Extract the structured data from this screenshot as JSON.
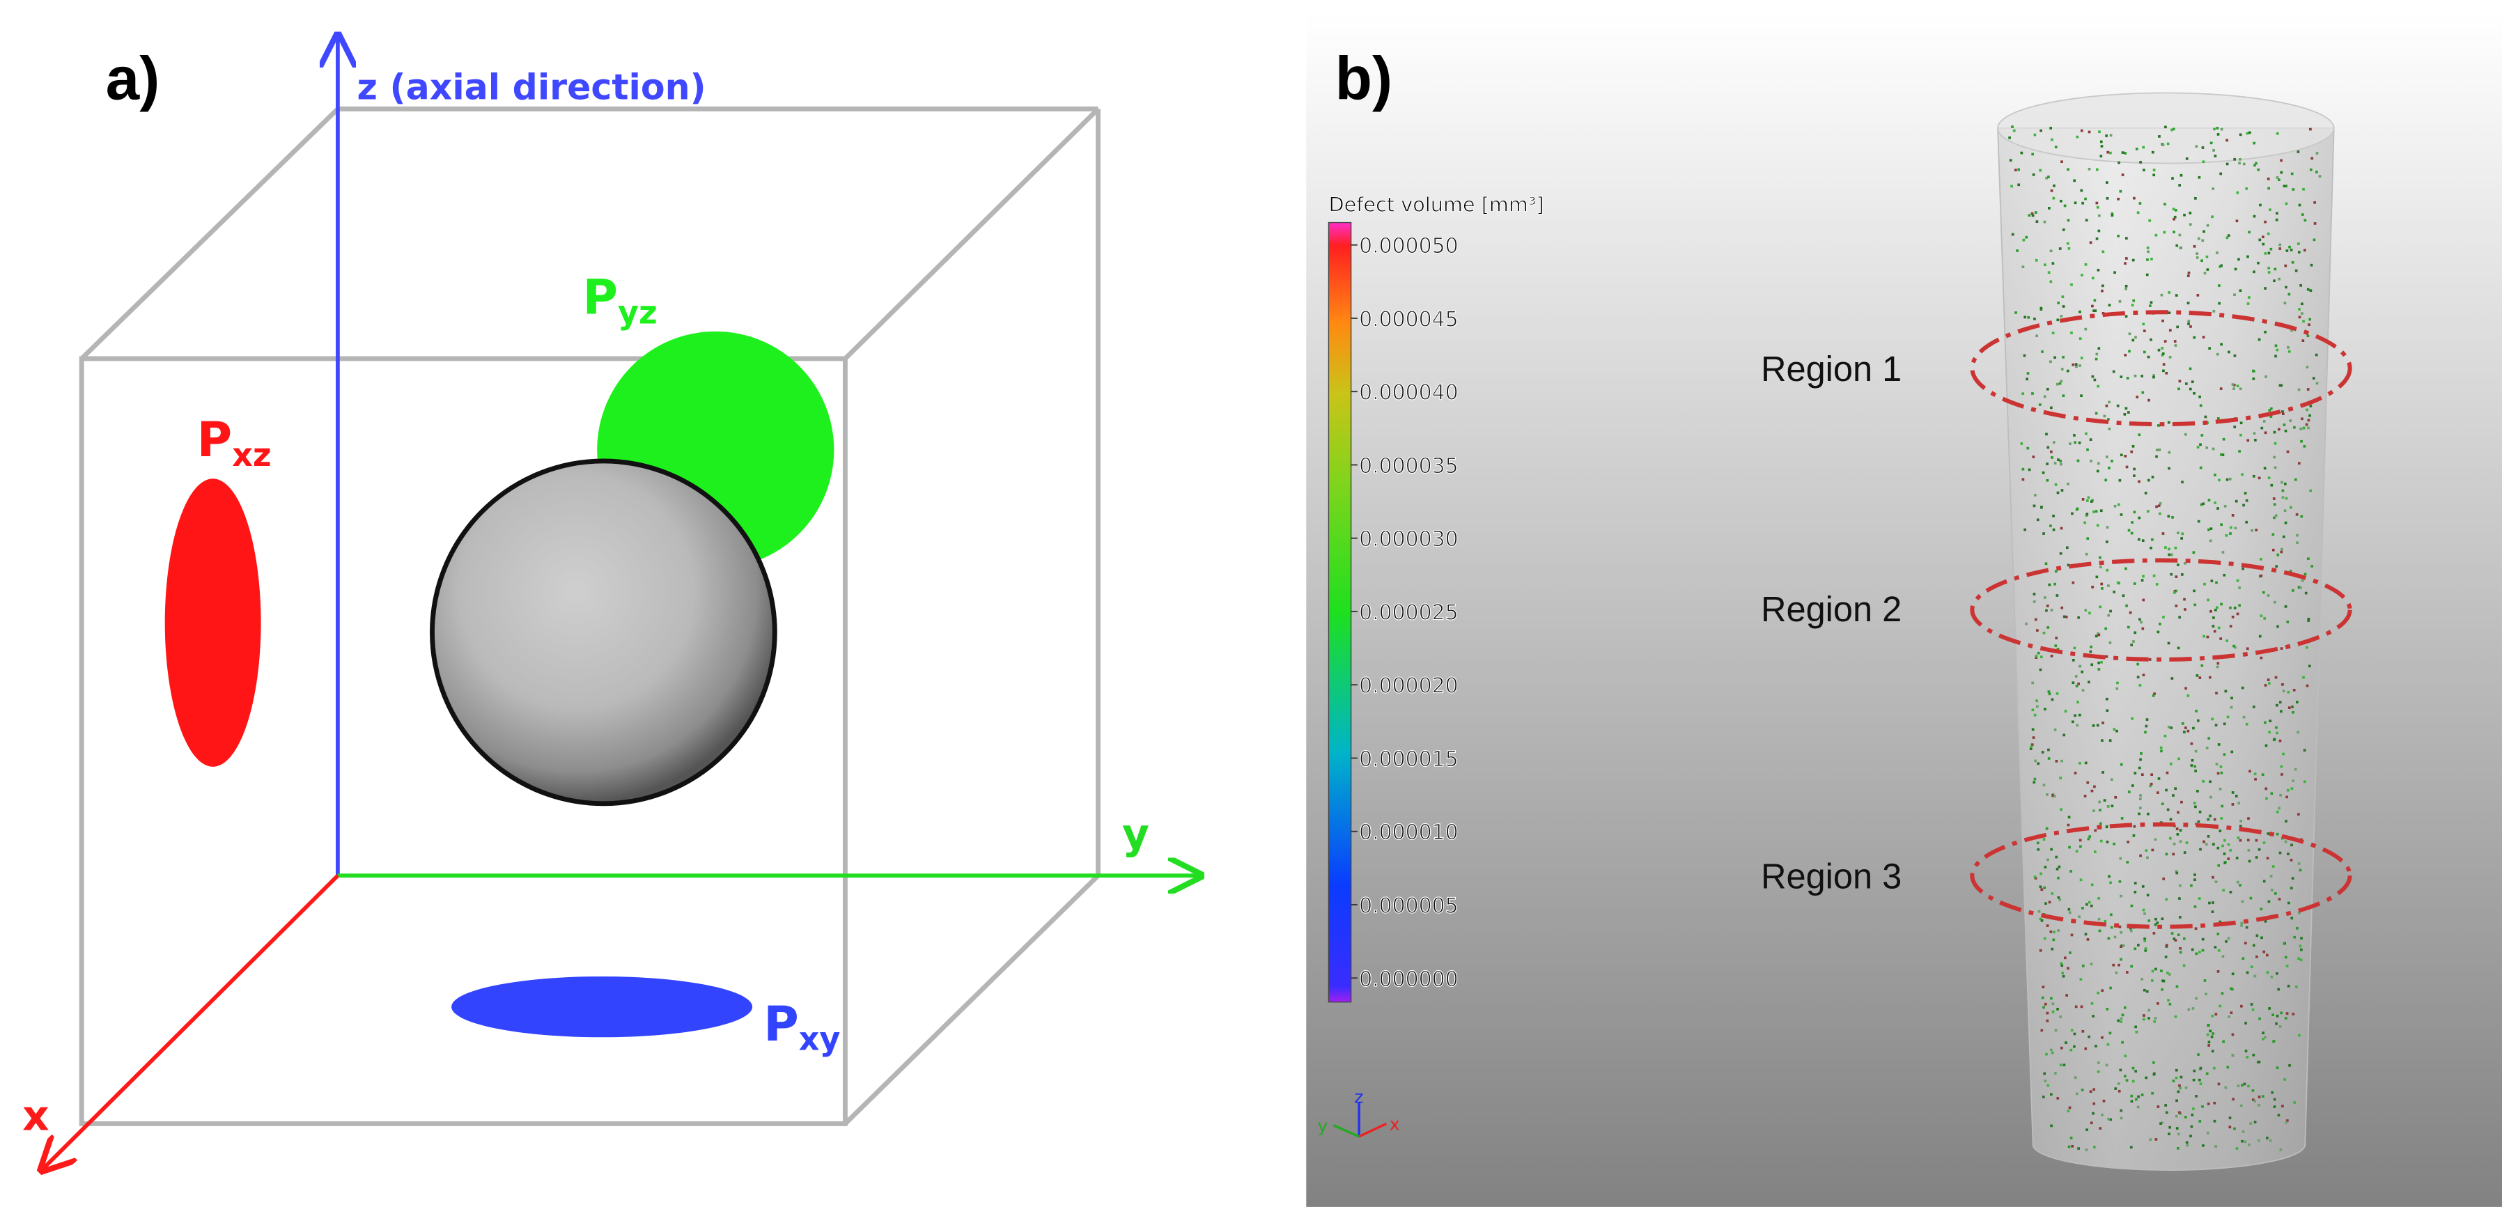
{
  "panel_a": {
    "label": "a)",
    "axes": {
      "z": {
        "label": "z (axial direction)",
        "color": "#3f48ff"
      },
      "y": {
        "label": "y",
        "color": "#22dd22"
      },
      "x": {
        "label": "x",
        "color": "#ff1a1a"
      }
    },
    "projections": [
      {
        "id": "xz",
        "main": "P",
        "sub": "xz",
        "color": "#ff1515"
      },
      {
        "id": "yz",
        "main": "P",
        "sub": "yz",
        "color": "#1ef01e"
      },
      {
        "id": "xy",
        "main": "P",
        "sub": "xy",
        "color": "#3344ff"
      }
    ]
  },
  "panel_b": {
    "label": "b)",
    "colorbar": {
      "title": "Defect volume [mm³]",
      "ticks": [
        "0.000050",
        "0.000045",
        "0.000040",
        "0.000035",
        "0.000030",
        "0.000025",
        "0.000020",
        "0.000015",
        "0.000010",
        "0.000005",
        "0.000000"
      ]
    },
    "regions": [
      "Region 1",
      "Region 2",
      "Region 3"
    ],
    "triad": {
      "x": "x",
      "y": "y",
      "z": "z"
    }
  },
  "colors": {
    "cube_edge": "#b5b5b5",
    "region_ring": "#cc3333",
    "background_b_top": "#ffffff",
    "background_b_bottom": "#828282"
  }
}
